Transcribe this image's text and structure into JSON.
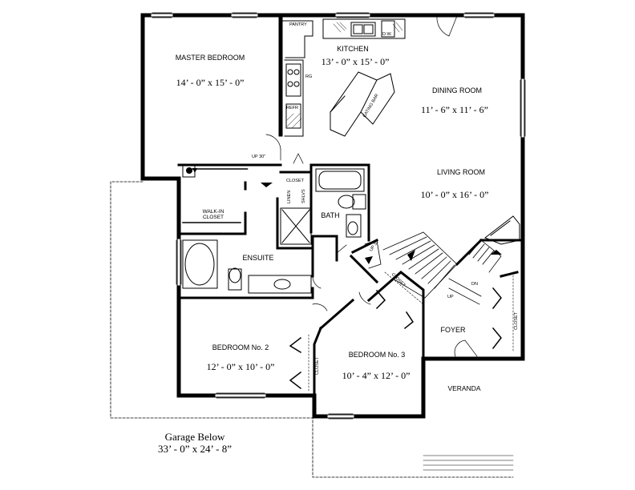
{
  "rooms": {
    "master_bedroom": {
      "name": "MASTER BEDROOM",
      "size": "14’ - 0” x 15’ - 0”"
    },
    "kitchen": {
      "name": "KITCHEN",
      "size": "13’ - 0” x 15’ - 0”"
    },
    "dining_room": {
      "name": "DINING ROOM",
      "size": "11’ - 6” x 11’ - 6”"
    },
    "living_room": {
      "name": "LIVING ROOM",
      "size": "10’ - 0” x 16’ - 0”"
    },
    "walk_in_closet": {
      "name_line1": "WALK-IN",
      "name_line2": "CLOSET"
    },
    "ensuite": {
      "name": "ENSUITE"
    },
    "bath": {
      "name": "BATH"
    },
    "bedroom2": {
      "name": "BEDROOM No. 2",
      "size": "12’ - 0” x 10’ - 0”"
    },
    "bedroom3": {
      "name": "BEDROOM No. 3",
      "size": "10’ - 4” x 12’ - 0”"
    },
    "foyer": {
      "name": "FOYER"
    },
    "veranda": {
      "name": "VERANDA"
    },
    "garage": {
      "name": "Garage Below",
      "size": "33’ - 0” x 24’ - 8”"
    }
  },
  "small_labels": {
    "pantry": "PANTRY",
    "dw": "D.W.",
    "rg": "RG",
    "refr": "REFR",
    "eating_bar": "EATING BAR",
    "up30": "UP 30\"",
    "closet_hall": "CLOSET",
    "linen": "LINEN",
    "shelves": "SHLVS",
    "closet_bed2": "CLOSET",
    "closet_bed3": "CLOSET",
    "closet_foyer": "CLOSET",
    "up_stair1": "UP 30\"",
    "up_stair2": "UP",
    "dn_stair": "DN"
  }
}
